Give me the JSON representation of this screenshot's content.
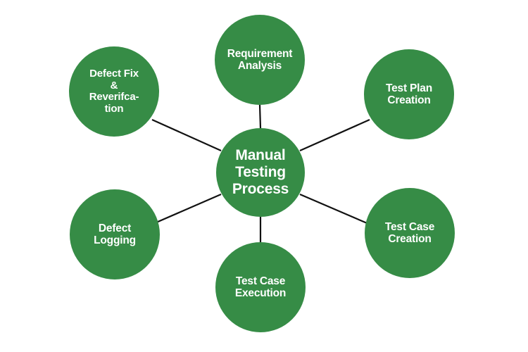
{
  "diagram": {
    "type": "hub-and-spoke",
    "background_color": "#FFFFFF",
    "node_color": "#368C46",
    "node_text_color": "#FFFFFF",
    "connector_color": "#111111",
    "center": {
      "label": "Manual\nTesting\nProcess",
      "name": "manual-testing-process"
    },
    "satellites": [
      {
        "label": "Requirement\nAnalysis",
        "name": "requirement-analysis"
      },
      {
        "label": "Test Plan\nCreation",
        "name": "test-plan-creation"
      },
      {
        "label": "Test Case\nCreation",
        "name": "test-case-creation"
      },
      {
        "label": "Test Case\nExecution",
        "name": "test-case-execution"
      },
      {
        "label": "Defect\nLogging",
        "name": "defect-logging"
      },
      {
        "label": "Defect Fix\n&\nReverifca-\ntion",
        "name": "defect-fix-and-reverification"
      }
    ]
  }
}
